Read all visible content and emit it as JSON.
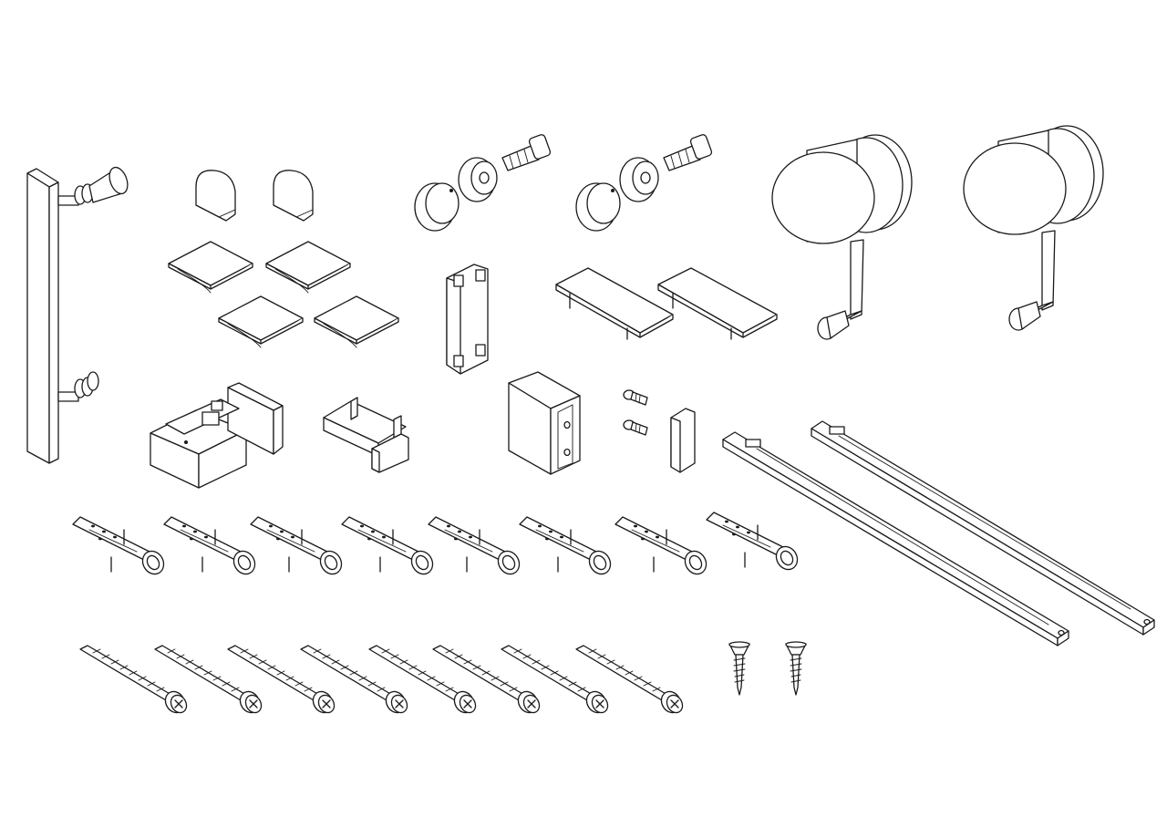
{
  "diagram": {
    "type": "exploded-hardware-kit",
    "background_color": "#ffffff",
    "line_color": "#1a1a1a",
    "parts": [
      {
        "name": "door-pull-handle",
        "count": 1
      },
      {
        "name": "rounded-bumper-stop",
        "count": 2
      },
      {
        "name": "adhesive-square-pad",
        "count": 4
      },
      {
        "name": "glass-clamp-knob-set",
        "count": 2
      },
      {
        "name": "roller-wheel-with-crank-bracket",
        "count": 2
      },
      {
        "name": "end-cap-with-clips",
        "count": 1
      },
      {
        "name": "flat-cover-plate",
        "count": 2
      },
      {
        "name": "floor-guide-block",
        "count": 1
      },
      {
        "name": "u-channel-guide",
        "count": 1
      },
      {
        "name": "mounting-block",
        "count": 1
      },
      {
        "name": "small-machine-screw",
        "count": 2
      },
      {
        "name": "small-end-plug",
        "count": 1
      },
      {
        "name": "soft-close-damper-rail",
        "count": 2
      },
      {
        "name": "wall-anchor-plug",
        "count": 8
      },
      {
        "name": "phillips-pan-head-screw",
        "count": 8
      },
      {
        "name": "countersunk-wood-screw",
        "count": 2
      }
    ]
  }
}
